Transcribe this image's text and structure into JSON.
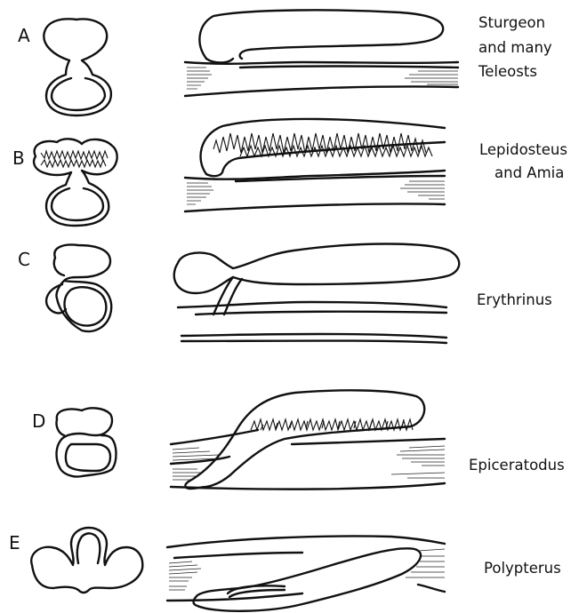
{
  "rows": [
    {
      "letter": "A",
      "caption_lines": [
        "Sturgeon",
        "and many",
        "Teleosts"
      ]
    },
    {
      "letter": "B",
      "caption_lines": [
        "Lepidosteus",
        "and Amia"
      ]
    },
    {
      "letter": "C",
      "caption_lines": [
        "Erythrinus"
      ]
    },
    {
      "letter": "D",
      "caption_lines": [
        "Epiceratodus"
      ]
    },
    {
      "letter": "E",
      "caption_lines": [
        "Polypterus"
      ]
    }
  ]
}
